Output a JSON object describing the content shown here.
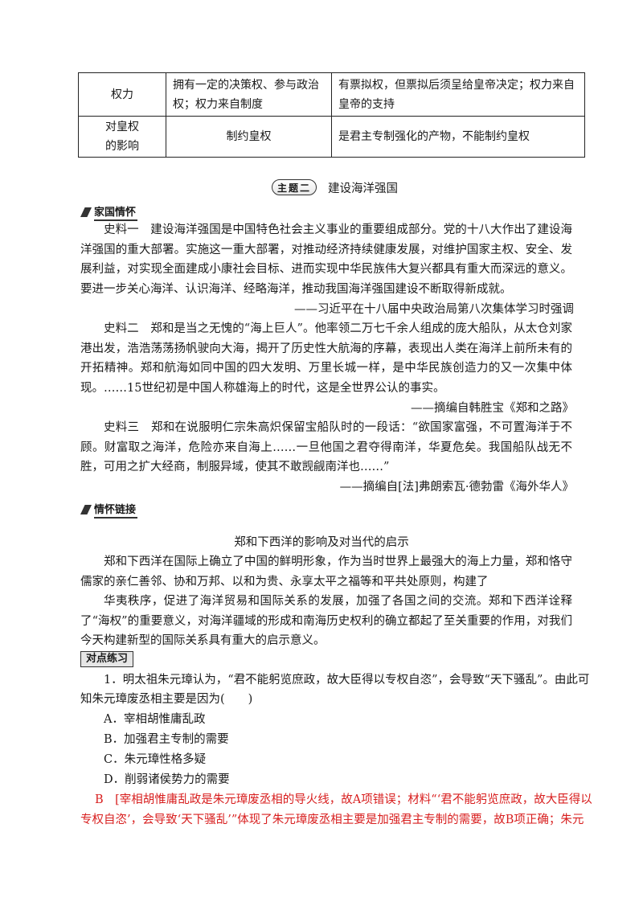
{
  "table": {
    "rows": [
      {
        "label": "权力",
        "col2": "拥有一定的决策权、参与政治权；权力来自制度",
        "col3": "有票拟权，但票拟后须呈给皇帝决定；权力来自皇帝的支持"
      },
      {
        "label_line1": "对皇权",
        "label_line2": "的影响",
        "col2": "制约皇权",
        "col3": "是君主专制强化的产物，不能制约皇权"
      }
    ]
  },
  "theme": {
    "badge": "主题二",
    "title": "建设海洋强国"
  },
  "section1": {
    "tag": "家国情怀",
    "s1_text": "史料一　建设海洋强国是中国特色社会主义事业的重要组成部分。党的十八大作出了建设海洋强国的重大部署。实施这一重大部署，对推动经济持续健康发展，对维护国家主权、安全、发展利益，对实现全面建成小康社会目标、进而实现中华民族伟大复兴都具有重大而深远的意义。要进一步关心海洋、认识海洋、经略海洋，推动我国海洋强国建设不断取得新成就。",
    "s1_source": "——习近平在十八届中央政治局第八次集体学习时强调",
    "s2_text": "史料二　郑和是当之无愧的“海上巨人”。他率领二万七千余人组成的庞大船队，从太仓刘家港出发，浩浩荡荡扬帆驶向大海，揭开了历史性大航海的序幕，表现出人类在海洋上前所未有的开拓精神。郑和航海如同中国的四大发明、万里长城一样，是中华民族创造力的又一次集中体现。……15世纪初是中国人称雄海上的时代，这是全世界公认的事实。",
    "s2_source": "——摘编自韩胜宝《郑和之路》",
    "s3_text": "史料三　郑和在说服明仁宗朱高炽保留宝船队时的一段话：“欲国家富强，不可置海洋于不顾。财富取之海洋，危险亦来自海上……一旦他国之君夺得南洋，华夏危矣。我国船队战无不胜，可用之扩大经商，制服异域，使其不敢觊觎南洋也……”",
    "s3_source": "——摘编自[法]弗朗索瓦·德勃雷《海外华人》"
  },
  "section2": {
    "tag": "情怀链接",
    "subtitle": "郑和下西洋的影响及对当代的启示",
    "p1": "郑和下西洋在国际上确立了中国的鲜明形象，作为当时世界上最强大的海上力量，郑和恪守儒家的亲仁善邻、协和万邦、以和为贵、永享太平之福等和平共处原则，构建了",
    "p2": "华夷秩序，促进了海洋贸易和国际关系的发展，加强了各国之间的交流。郑和下西洋诠释了“海权”的重要意义，对海洋疆域的形成和南海历史权利的确立都起了至关重要的作用，对我们今天构建新型的国际关系具有重大的启示意义。"
  },
  "practice": {
    "tag": "对点练习",
    "q1_line1": "1．明太祖朱元璋认为，“君不能躬览庶政，故大臣得以专权自恣”，会导致“天下骚乱”。由此可",
    "q1_line2": "知朱元璋废丞相主要是因为(　　)",
    "options": [
      "A．宰相胡惟庸乱政",
      "B．加强君主专制的需要",
      "C．朱元璋性格多疑",
      "D．削弱诸侯势力的需要"
    ],
    "answer_line1": "B　[宰相胡惟庸乱政是朱元璋废丞相的导火线，故A项错误；材料“‘君不能躬览庶政，故大臣得以",
    "answer_line2": "专权自恣’，会导致‘天下骚乱’”体现了朱元璋废丞相主要是加强君主专制的需要，故B项正确；朱元"
  }
}
